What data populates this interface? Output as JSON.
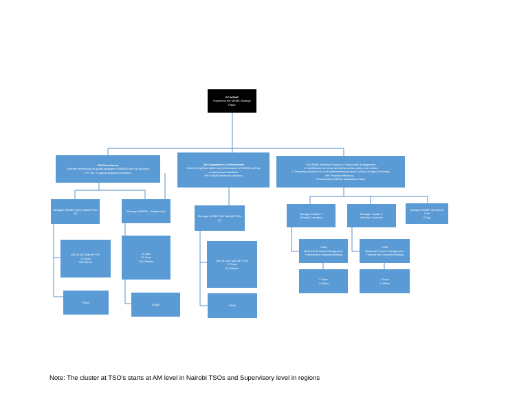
{
  "top": {
    "title": "DC MSME",
    "lines": [
      "Implement the MSME Strategy",
      "Paper"
    ]
  },
  "recruitment": {
    "title": "CM Recruitment",
    "lines": [
      "Oversee onboarding of quality taxpayers (MSMEs) into the tax base",
      "KPI: No. of paying taxpayers recruited"
    ]
  },
  "compliance": {
    "title": "CM Compliance & Enforcement",
    "lines": [
      "Oversee implementation and performance of MSME revenue",
      "enhancement initiatives",
      "KPI: MSME Revenue collection"
    ]
  },
  "support": {
    "title": "CM MSME Business Support & Stakeholder Engagement",
    "lines": [
      "1. Identification of sector specific process, policy, user needs",
      "2. Preparing solutions for and implementing process & policy changes & training",
      "KPI: Process efficiency…",
      "Productivity/Customer satisfaction Index"
    ]
  },
  "mgr_nairobi": {
    "lines": [
      "Manager MSMEs (I&G) Nairobi TSO",
      "(2)"
    ]
  },
  "mgr_regions": {
    "lines": [
      "Manager MSMEs – Regions (4)"
    ]
  },
  "mgr_cge": {
    "lines": [
      "Manager MSME C&E Nairobi TSOs",
      "(2)"
    ]
  },
  "cluster1": {
    "lines": [
      "Manager Cluster 1",
      "(Priority 2 sectors)"
    ]
  },
  "cluster2": {
    "lines": [
      "Manager Cluster 2",
      "(Priority 2 sectors)"
    ]
  },
  "ops": {
    "lines": [
      "Manager MSME Operations",
      "1 AM",
      "2 Sup"
    ]
  },
  "am_nairobi": {
    "lines": [
      "AM (4) I&G Nairobi TSO",
      "12 Sups",
      "24 Officers"
    ]
  },
  "regions_staff": {
    "lines": [
      "19 AMs",
      "75 Sups",
      "100 Officers"
    ]
  },
  "am_cge": {
    "lines": [
      "AM (4) C&E Nai- tdi TSOs",
      "12 Sups",
      "24 Officers"
    ]
  },
  "c1_am": {
    "lines": [
      "1 AM",
      "Business Process Management",
      "Training and Capacity Building"
    ]
  },
  "c2_am": {
    "lines": [
      "1 AM",
      "Business Process Management",
      "Training and Capacity Building"
    ]
  },
  "c1_staff": {
    "lines": [
      "4 Sups",
      "1 Officer"
    ]
  },
  "c2_staff": {
    "lines": [
      "4 Sups",
      "1 Officer"
    ]
  },
  "rsa1": {
    "lines": [
      "RSAs"
    ]
  },
  "rsa2": {
    "lines": [
      "RSAs"
    ]
  },
  "rsa3": {
    "lines": [
      "RSAs"
    ]
  },
  "note": "Note: The cluster at TSO's starts at AM level in Nairobi TSOs and Supervisory level in regions"
}
